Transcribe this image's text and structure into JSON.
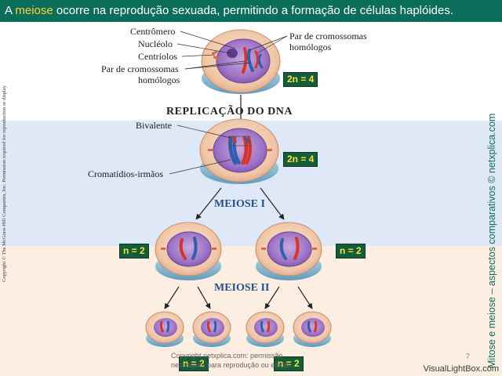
{
  "title": {
    "before": "A ",
    "highlight": "meiose",
    "after": " ocorre na reprodução sexuada, permitindo a formação de células haplóides."
  },
  "labels": {
    "centromero": "Centrômero",
    "nucleolo": "Nucléolo",
    "centriolos": "Centríolos",
    "par_left_1": "Par de cromossomas",
    "par_left_2": "homólogos",
    "par_right_1": "Par de cromossomas",
    "par_right_2": "homólogos",
    "bivalente": "Bivalente",
    "cromatidios": "Cromatídios-irmãos"
  },
  "stages": {
    "replicacao": "REPLICAÇÃO DO DNA",
    "meiose1": "MEIOSE I",
    "meiose2": "MEIOSE II"
  },
  "badges": {
    "top": "2n = 4",
    "mid": "2n = 4",
    "left": "n = 2",
    "right": "n = 2",
    "bottom_left": "n = 2",
    "bottom_right": "n = 2"
  },
  "copyright_vertical": "Copyright © The McGraw-Hill Companies, Inc. Permission required for reproduction or display",
  "side_title": "Mitose e meiose – aspectos comparativos © netxplica.com",
  "footer": {
    "line1": "Copyright netxplica.com: permissão",
    "line2": "necessária para reprodução ou edição.",
    "page": "7"
  },
  "watermark": "VisualLightBox.com",
  "colors": {
    "title_bg": "#0b6e5a",
    "highlight": "#ffd23a",
    "badge_bg": "#145c3a",
    "badge_text": "#f3e23c",
    "stage_blue": "#24508c",
    "chrom_red": "#d8342a",
    "chrom_blue": "#2d5fae"
  }
}
